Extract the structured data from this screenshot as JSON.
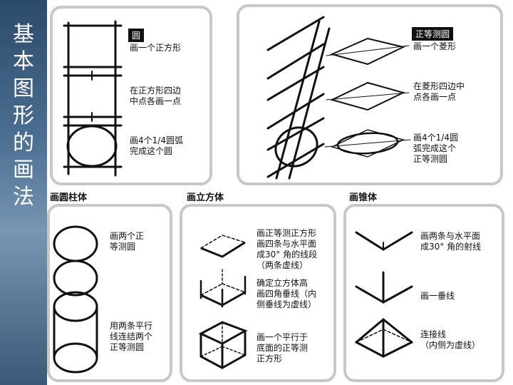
{
  "sidebar": {
    "title_chars": [
      "基",
      "本",
      "图",
      "形",
      "的",
      "画",
      "法"
    ]
  },
  "circle_panel": {
    "tag": "圆",
    "step1": "画一个正方形",
    "step2_l1": "在正方形四边",
    "step2_l2": "中点各画一点",
    "step3_l1": "画4个1/4圆弧",
    "step3_l2": "完成这个圆"
  },
  "iso_panel": {
    "tag": "正等测圆",
    "step1": "画一个菱形",
    "step2_l1": "在菱形四边中",
    "step2_l2": "点各画一点",
    "step3_l1": "画4个1/4圆",
    "step3_l2": "弧完成这个",
    "step3_l3": "正等测圆"
  },
  "sections": {
    "cylinder": "画圆柱体",
    "cube": "画立方体",
    "cone": "画锥体"
  },
  "cylinder_panel": {
    "step1_l1": "画两个正",
    "step1_l2": "等测圆",
    "step2_l1": "用两条平行",
    "step2_l2": "线连结两个",
    "step2_l3": "正等测圆"
  },
  "cube_panel": {
    "step1_l1": "画正等测正方形",
    "step1_l2": "画四条与水平面",
    "step1_l3": "成30° 角的线段",
    "step1_l4": "（两条虚线）",
    "step2_l1": "确定立方体高",
    "step2_l2": "画四角垂线（内",
    "step2_l3": "侧垂线为虚线）",
    "step3_l1": "画一个平行于",
    "step3_l2": "底面的正等测",
    "step3_l3": "正方形"
  },
  "cone_panel": {
    "step1_l1": "画两条与水平面",
    "step1_l2": "成30° 角的射线",
    "step2": "画一垂线",
    "step3_l1": "连接线",
    "step3_l2": "（内侧为虚线）"
  }
}
